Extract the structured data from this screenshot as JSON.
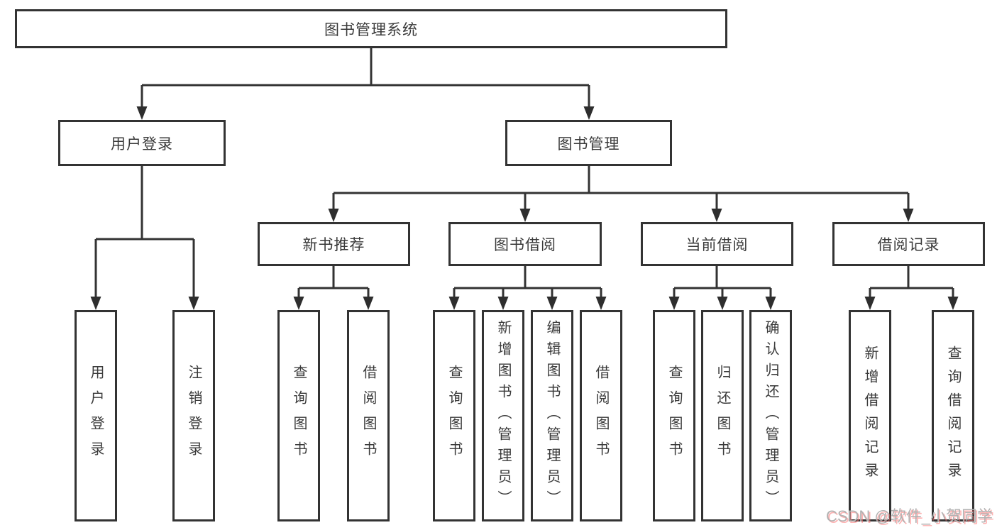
{
  "diagram": {
    "root_label": "图书管理系统",
    "level2": {
      "user_login": "用户登录",
      "book_management": "图书管理"
    },
    "level3": {
      "new_book_rec": "新书推荐",
      "book_borrow": "图书借阅",
      "current_borrow": "当前借阅",
      "borrow_records": "借阅记录"
    },
    "user_login_children": [
      "用户登录",
      "注销登录"
    ],
    "new_book_rec_children": [
      "查询图书",
      "借阅图书"
    ],
    "book_borrow_children": [
      "查询图书",
      "新增图书（管理员）",
      "编辑图书（管理员）",
      "借阅图书"
    ],
    "current_borrow_children": [
      "查询图书",
      "归还图书",
      "确认归还（管理员）"
    ],
    "borrow_records_children": [
      "新增借阅记录",
      "查询借阅记录"
    ]
  },
  "watermark": {
    "text": "CSDN @软件_小贺同学"
  },
  "colors": {
    "line": "#333333",
    "box_border": "#333333",
    "text": "#3a3a3a",
    "background": "#ffffff",
    "watermark_text": "#b2b2b2",
    "watermark_shadow": "#fb7272"
  }
}
